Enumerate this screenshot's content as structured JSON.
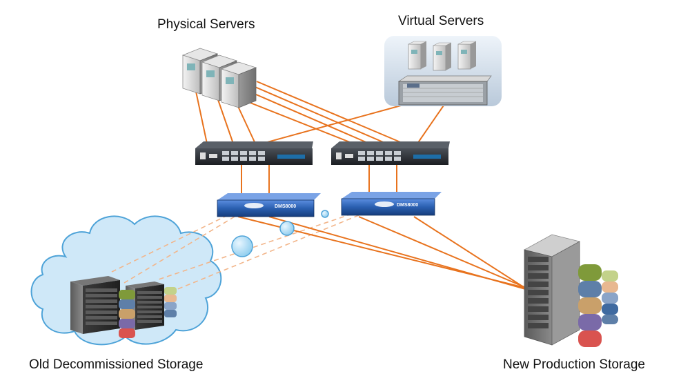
{
  "labels": {
    "physical_servers": "Physical Servers",
    "virtual_servers": "Virtual Servers",
    "old_storage": "Old Decommissioned Storage",
    "new_storage": "New Production Storage"
  },
  "devices": {
    "appliance_text": "DMS8000"
  },
  "colors": {
    "link": "#e8731e",
    "link_faded": "#f2b58a",
    "cloud_fill": "#cfe8f8",
    "cloud_stroke": "#4ea3d8",
    "bubble": "#7cc3ea",
    "appliance": "#2a5fb0",
    "switch": "#2b2f35"
  }
}
